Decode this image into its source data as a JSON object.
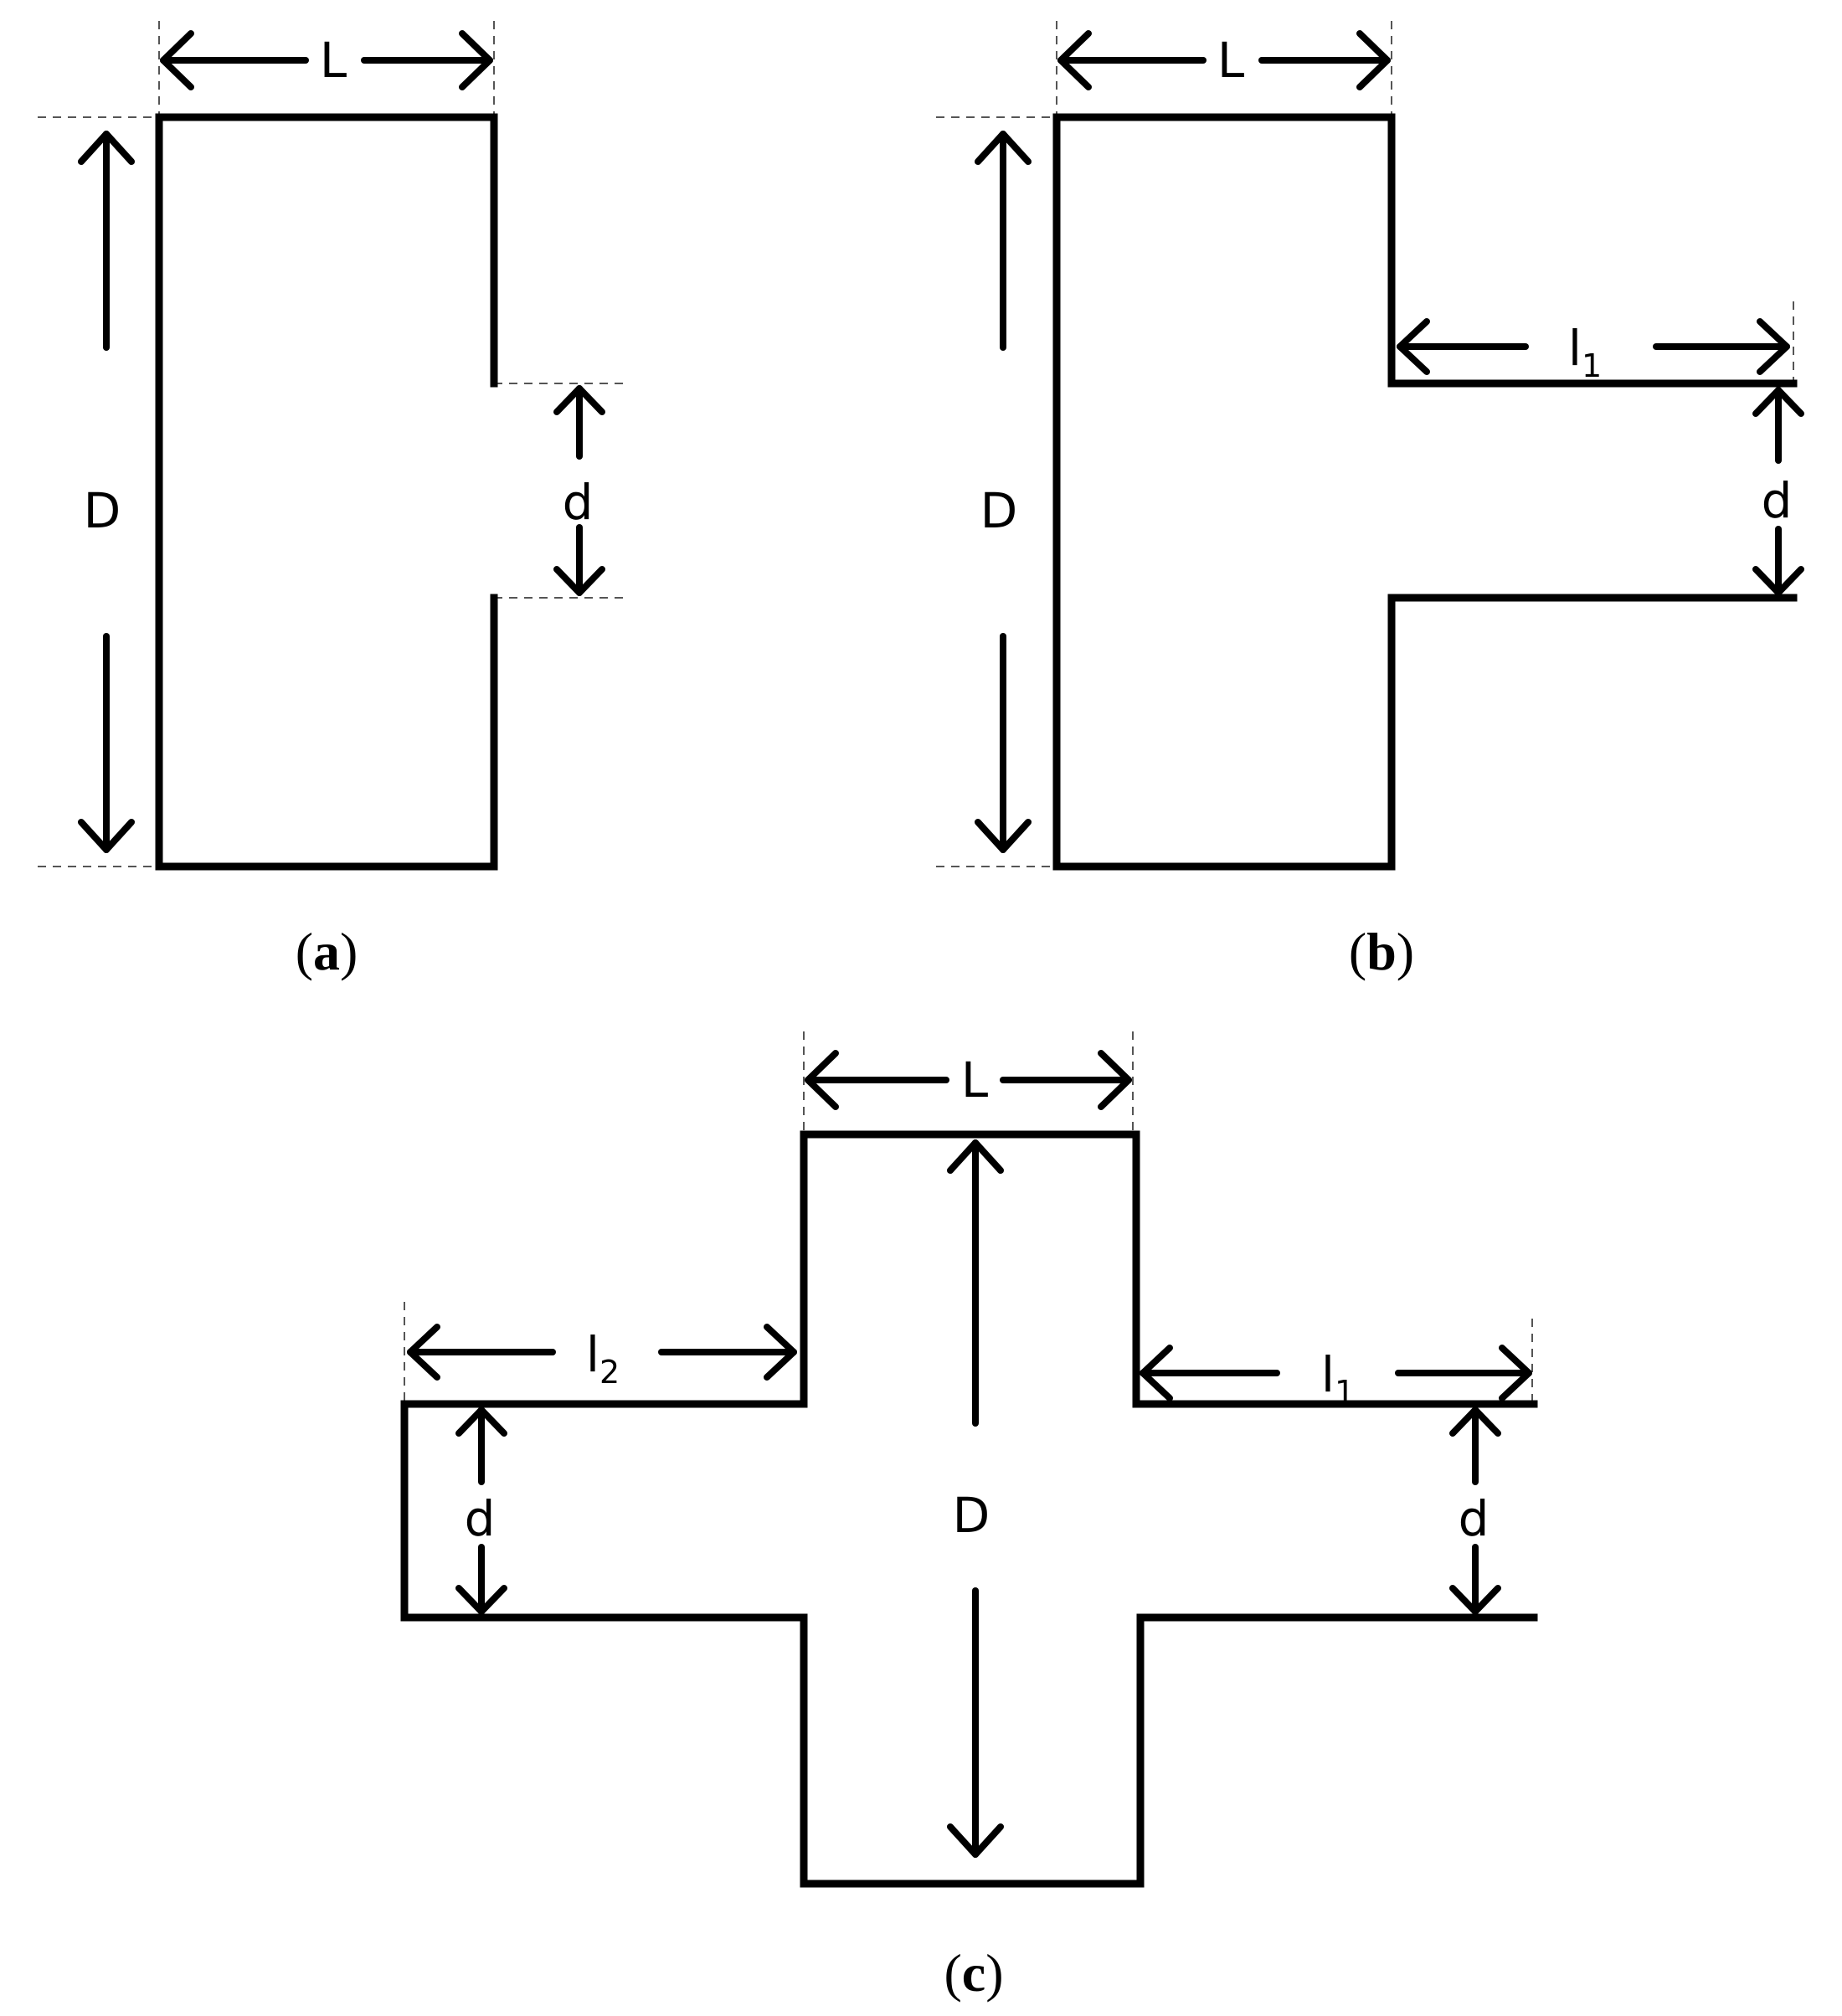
{
  "panels": {
    "a": {
      "caption_letter": "a",
      "labels": {
        "L": "L",
        "D": "D",
        "d": "d"
      }
    },
    "b": {
      "caption_letter": "b",
      "labels": {
        "L": "L",
        "D": "D",
        "d": "d",
        "l1_base": "l",
        "l1_sub": "1"
      }
    },
    "c": {
      "caption_letter": "c",
      "labels": {
        "L": "L",
        "D": "D",
        "d_left": "d",
        "d_right": "d",
        "l1_base": "l",
        "l1_sub": "1",
        "l2_base": "l",
        "l2_sub": "2"
      }
    }
  },
  "colors": {
    "line": "#000000",
    "guide": "#555555",
    "background": "#ffffff"
  }
}
